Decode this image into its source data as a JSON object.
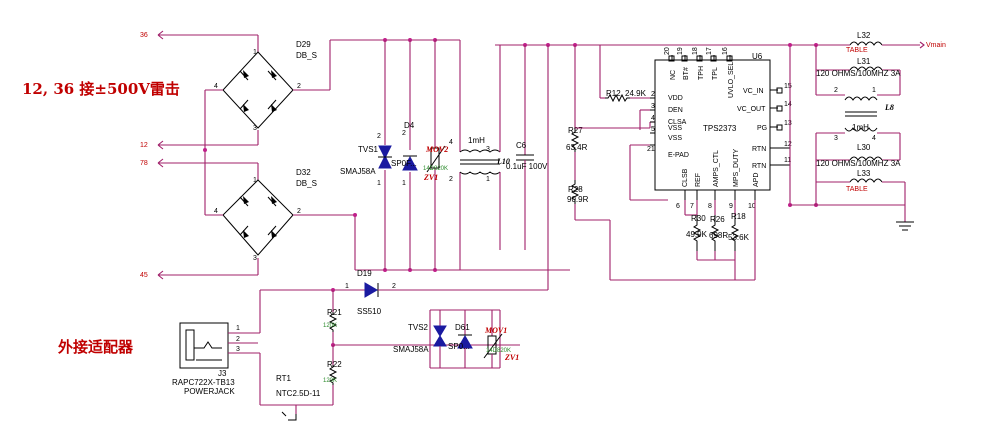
{
  "annotations": {
    "surge_note": "12, 36 接±500V雷击",
    "adapter_note": "外接适配器"
  },
  "nets": {
    "n36": "36",
    "n12": "12",
    "n78": "78",
    "n45": "45",
    "vmain": "Vmain"
  },
  "bridges": {
    "d29_ref": "D29",
    "d29_val": "DB_S",
    "d32_ref": "D32",
    "d32_val": "DB_S",
    "pins": [
      "1",
      "2",
      "3",
      "4"
    ]
  },
  "upper_protection": {
    "tvs1_ref": "TVS1",
    "tvs1_val": "SMAJ58A",
    "d4_ref": "D4",
    "d4_val": "SP0F...",
    "mov_ref": "MOV2",
    "mov_val": "14D820K",
    "zv_ref": "ZV1",
    "l10_ref": "L10",
    "l10_val": "1mH",
    "c6_ref": "C6",
    "c6_val": "0.1uF 100V"
  },
  "ic": {
    "ref": "U6",
    "part": "TPS2373",
    "top_pins": [
      "NC",
      "BT#",
      "TPH",
      "TPL",
      "UVLO_SEL"
    ],
    "top_nums": [
      "20",
      "19",
      "18",
      "17",
      "16"
    ],
    "left_pins": [
      "VDD",
      "DEN",
      "CLSA",
      "VSS",
      "VSS",
      "E-PAD"
    ],
    "left_nums": [
      "2",
      "3",
      "4",
      "5",
      "21"
    ],
    "right_pins": [
      "VC_IN",
      "VC_OUT",
      "PG",
      "RTN",
      "RTN"
    ],
    "right_nums": [
      "15",
      "14",
      "13",
      "12",
      "11"
    ],
    "bottom_pins": [
      "CLSB",
      "REF",
      "AMPS_CTL",
      "MPS_DUTY",
      "APD"
    ],
    "bottom_nums": [
      "6",
      "7",
      "8",
      "9",
      "10"
    ]
  },
  "resistors": {
    "r12": "R12",
    "r12_val": "24.9K",
    "r27": "R27",
    "r27_val": "63.4R",
    "r28": "R28",
    "r28_val": "90.9R",
    "r30": "R30",
    "r30_val": "49.9K",
    "r26": "R26",
    "r26_val": "698R",
    "r18": "R18",
    "r18_val": "53.6K",
    "r21": "R21",
    "r21_val": "120K",
    "r22": "R22",
    "r22_val": "120K",
    "rt1": "RT1",
    "rt1_val": "NTC2.5D-11"
  },
  "output_filter": {
    "l32": "L32",
    "l32_val": "TABLE",
    "l31": "L31",
    "l31_val": "120 OHMS/100MHZ 3A",
    "l8": "L8",
    "l8_val": "1mH",
    "l30": "L30",
    "l30_val": "120 OHMS/100MHZ 3A",
    "l33": "L33",
    "l33_val": "TABLE"
  },
  "lower": {
    "d19_ref": "D19",
    "d19_val": "SS510",
    "tvs2_ref": "TVS2",
    "tvs2_val": "SMAJ58A",
    "d61_ref": "D61",
    "d61_val": "SP0...",
    "mov_ref": "MOV1",
    "mov_val": "14D820K",
    "zv_ref": "ZV1",
    "j3_ref": "J3",
    "j3_part": "RAPC722X-TB13",
    "j3_desc": "POWERJACK",
    "j3_pins": [
      "1",
      "2",
      "3"
    ]
  },
  "colors": {
    "wire": "#a0206a",
    "accent_red": "#c00000",
    "diode_blue": "#1a1aa0",
    "value_green": "#2a8a2a"
  }
}
